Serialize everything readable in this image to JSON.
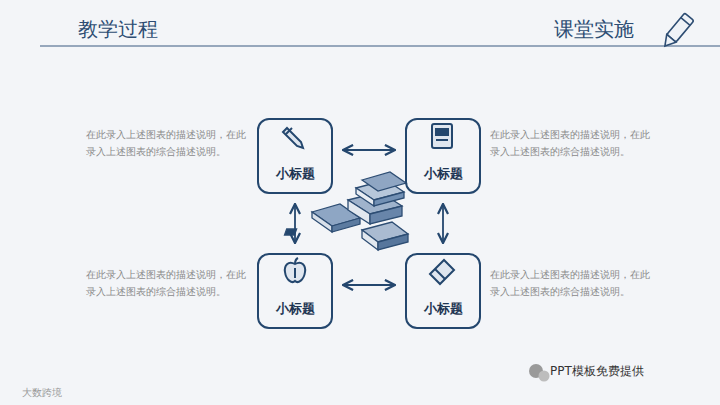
{
  "diagram": {
    "title": "教学过程",
    "nodes": [
      {
        "text": [
          "小标题"
        ]
      },
      {
        "text": [
          "小标题"
        ]
      },
      {
        "text": [
          "小标题"
        ]
      },
      {
        "text": [
          "小标题"
        ]
      }
    ],
    "edges": [
      {
        "from": 0,
        "to": 1,
        "arrow": "both"
      },
      {
        "from": 0,
        "to": 2,
        "arrow": "both"
      },
      {
        "from": 1,
        "to": 3,
        "arrow": "both"
      },
      {
        "from": 2,
        "to": 3,
        "arrow": "both"
      }
    ],
    "labels": [
      "课堂实施",
      "在此录入上述图表的描述说明，在此录入上述图表的综合描述说明。",
      "在此录入上述图表的描述说明，在此录入上述图表的综合描述说明。",
      "在此录入上述图表的描述说明，在此录入上述图表的综合描述说明。",
      "在此录入上述图表的描述说明，在此录入上述图表的综合描述说明。",
      "PPT模板免费提供",
      "大数跨境"
    ]
  }
}
